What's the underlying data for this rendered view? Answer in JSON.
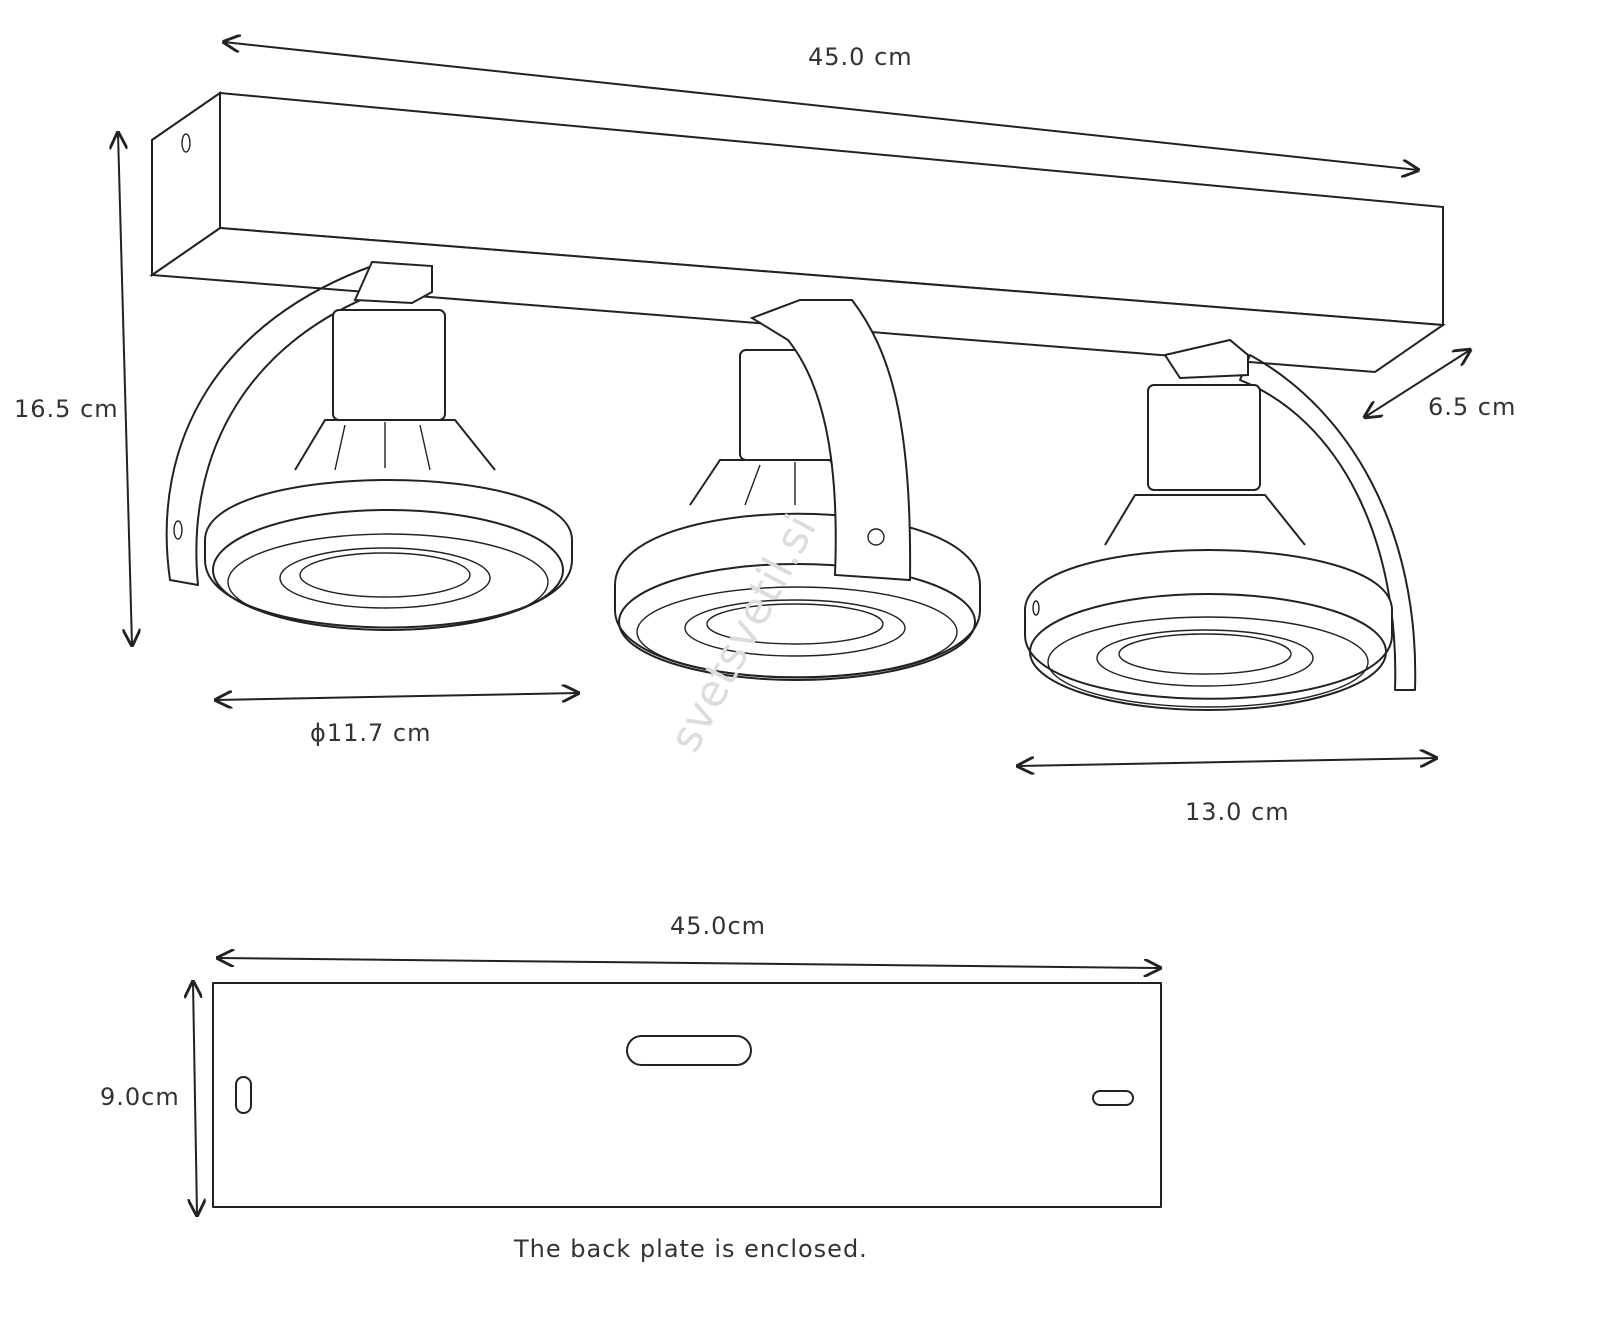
{
  "top_view": {
    "length_label": "45.0 cm",
    "height_label": "16.5 cm",
    "depth_label": "6.5 cm",
    "diameter_label": "ϕ11.7 cm",
    "spot_width_label": "13.0 cm"
  },
  "back_plate": {
    "length_label": "45.0cm",
    "height_label": "9.0cm",
    "note": "The back plate is enclosed."
  },
  "watermark": "svetsvetil.si",
  "colors": {
    "line": "#222222",
    "text": "#333333",
    "watermark": "#dddddd"
  }
}
